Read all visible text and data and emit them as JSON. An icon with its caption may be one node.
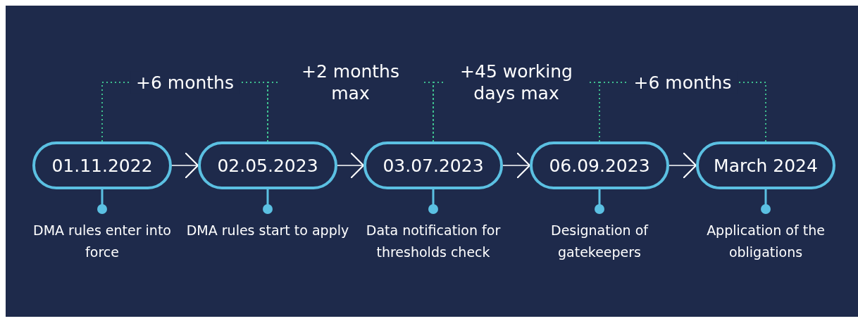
{
  "diagram": {
    "nodes": [
      {
        "text": [
          "01.11.2022"
        ],
        "beside": [
          "DMA rules enter into force"
        ]
      },
      {
        "text": [
          "02.05.2023"
        ],
        "beside": [
          "DMA rules start to apply"
        ]
      },
      {
        "text": [
          "03.07.2023"
        ],
        "beside": [
          "Data notification for thresholds check"
        ]
      },
      {
        "text": [
          "06.09.2023"
        ],
        "beside": [
          "Designation of gatekeepers"
        ]
      },
      {
        "text": [
          "March 2024"
        ],
        "beside": [
          "Application of the obligations"
        ]
      }
    ],
    "edges": [
      {
        "from": 0,
        "to": 1,
        "arrow": "to"
      },
      {
        "from": 1,
        "to": 2,
        "arrow": "to"
      },
      {
        "from": 2,
        "to": 3,
        "arrow": "to"
      },
      {
        "from": 3,
        "to": 4,
        "arrow": "to"
      },
      {
        "from": 0,
        "to": 1,
        "arrow": "none",
        "label": "+6 months",
        "style": "dashed",
        "color": "#3fbf8f"
      },
      {
        "from": 1,
        "to": 2,
        "arrow": "none",
        "label": "+2 months max",
        "style": "dashed",
        "color": "#3fbf8f"
      },
      {
        "from": 2,
        "to": 3,
        "arrow": "none",
        "label": "+45 working days max",
        "style": "dashed",
        "color": "#3fbf8f"
      },
      {
        "from": 3,
        "to": 4,
        "arrow": "none",
        "label": "+6 months",
        "style": "dashed",
        "color": "#3fbf8f"
      }
    ]
  }
}
